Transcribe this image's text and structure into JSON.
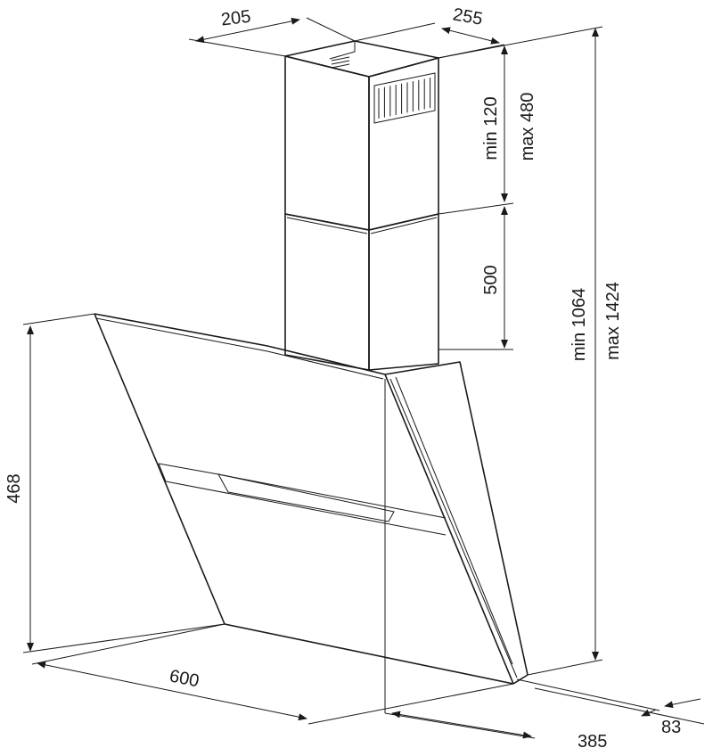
{
  "dimensions": {
    "chimney_width": "205",
    "chimney_depth": "255",
    "upper_section": "min 120",
    "upper_section_max": "max 480",
    "lower_section": "500",
    "total_min": "min 1064",
    "total_max": "max 1424",
    "hood_height": "468",
    "hood_width": "600",
    "hood_depth": "385",
    "front_offset": "83"
  },
  "colors": {
    "line": "#1a1a1a",
    "background": "#ffffff"
  }
}
